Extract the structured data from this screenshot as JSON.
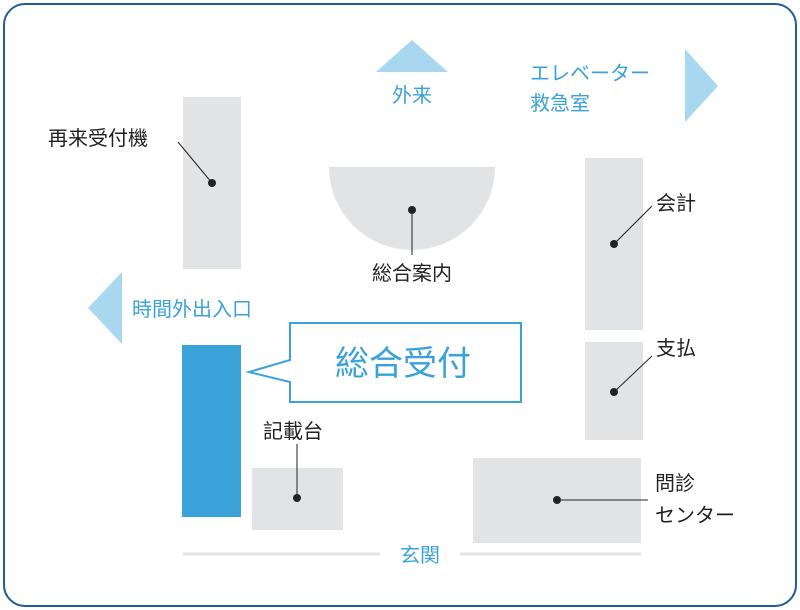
{
  "colors": {
    "frame": "#1f5b97",
    "block": "#e2e3e5",
    "highlight": "#3ba1d9",
    "arrow": "#aad7f0",
    "text": "#222222",
    "accent_text": "#3ba1d9"
  },
  "labels": {
    "outpatient": "外来",
    "elevator": "エレベーター",
    "er": "救急室",
    "revisit_machine": "再来受付機",
    "general_info": "総合案内",
    "accounting": "会計",
    "after_hours_exit": "時間外出入口",
    "general_reception": "総合受付",
    "payment": "支払",
    "writing_desk": "記載台",
    "consult_line1": "問診",
    "consult_line2": "センター",
    "entrance": "玄関"
  }
}
